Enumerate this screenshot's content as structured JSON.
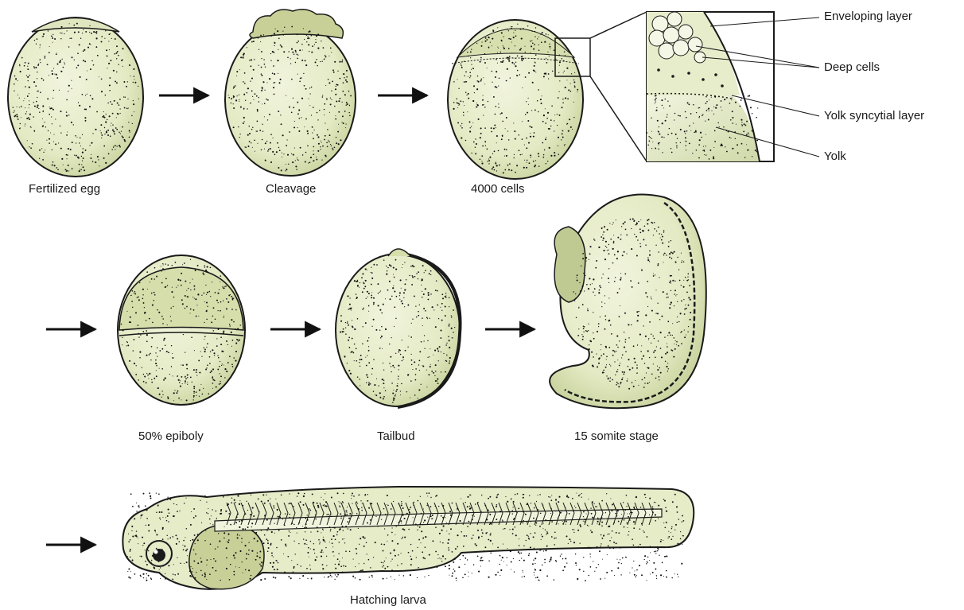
{
  "stages": [
    {
      "id": "fertilized",
      "label": "Fertilized egg"
    },
    {
      "id": "cleavage",
      "label": "Cleavage"
    },
    {
      "id": "cells4000",
      "label": "4000 cells"
    },
    {
      "id": "epiboly",
      "label": "50% epiboly"
    },
    {
      "id": "tailbud",
      "label": "Tailbud"
    },
    {
      "id": "somite15",
      "label": "15 somite stage"
    },
    {
      "id": "larva",
      "label": "Hatching larva"
    }
  ],
  "inset": {
    "labels": {
      "enveloping": "Enveloping layer",
      "deep": "Deep cells",
      "ysl": "Yolk syncytial layer",
      "yolk": "Yolk"
    }
  },
  "colors": {
    "embryo_fill": "#e9edcf",
    "embryo_shade": "#bfca93",
    "outline": "#1a1a1a",
    "stipple": "#111111"
  }
}
